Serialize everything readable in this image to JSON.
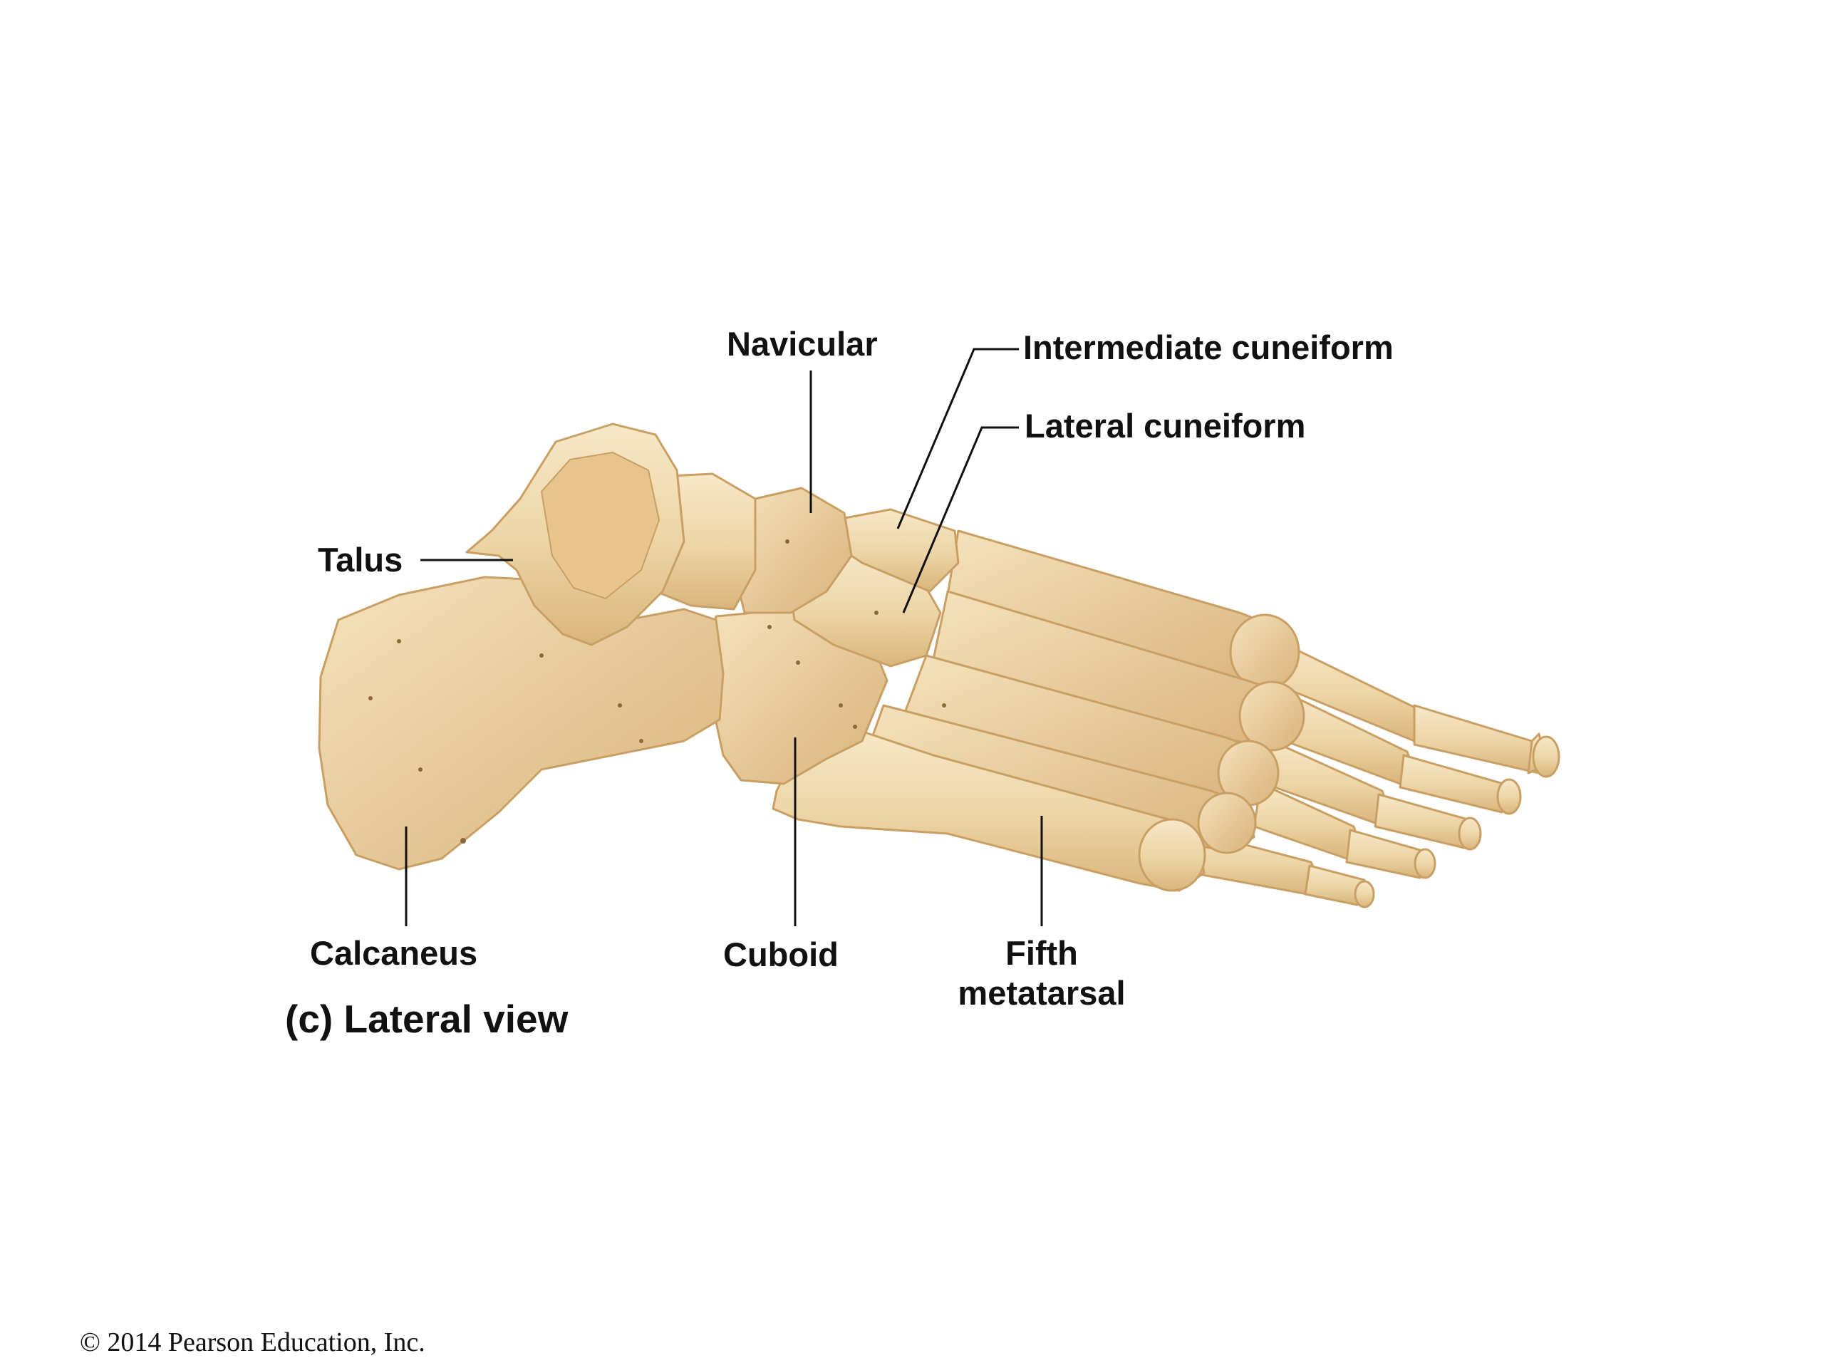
{
  "labels": {
    "navicular": "Navicular",
    "intermediate_cuneiform": "Intermediate cuneiform",
    "lateral_cuneiform": "Lateral cuneiform",
    "talus": "Talus",
    "calcaneus": "Calcaneus",
    "cuboid": "Cuboid",
    "fifth_metatarsal_line1": "Fifth",
    "fifth_metatarsal_line2": "metatarsal"
  },
  "caption": "(c) Lateral view",
  "copyright": "© 2014 Pearson Education, Inc.",
  "colors": {
    "bone_fill": "#ecd4a4",
    "bone_shade": "#d9b57c",
    "bone_highlight": "#f7e8c8",
    "bone_outline": "#c99f63",
    "leader_line": "#111111",
    "text": "#111111"
  }
}
